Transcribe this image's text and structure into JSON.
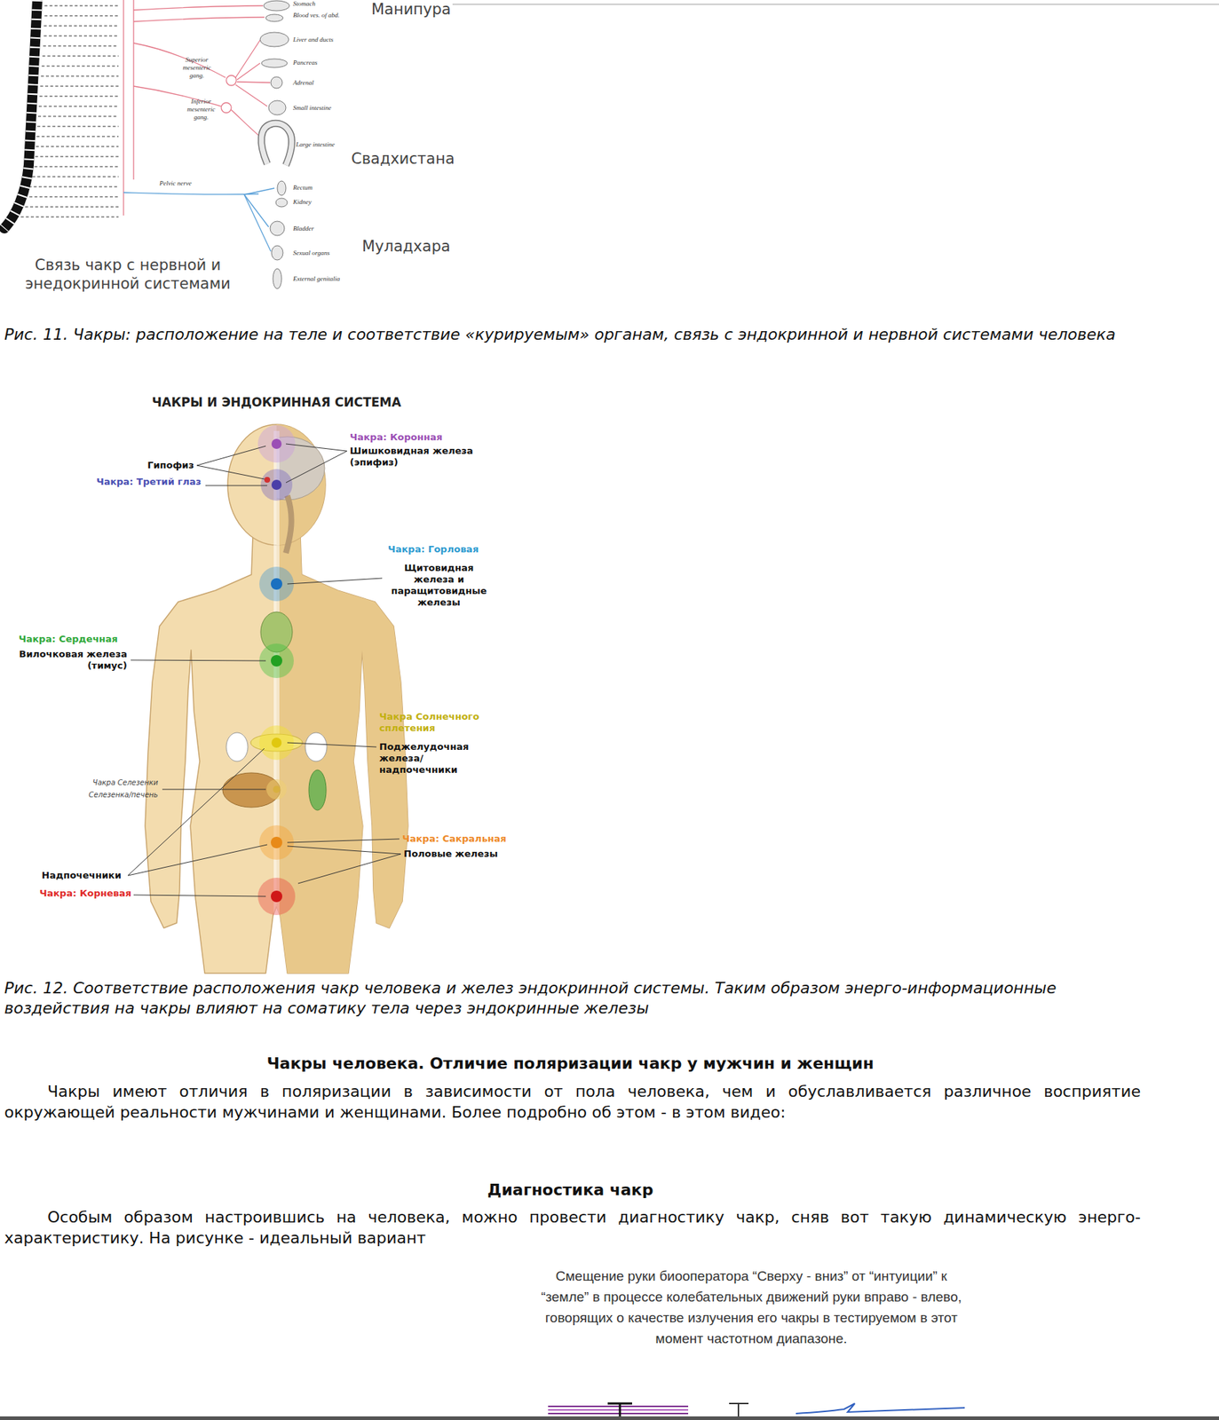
{
  "diagram": {
    "labels": [
      "Манипура",
      "Stomach",
      "Blood ves. of abd.",
      "Superior mesenteric gang.",
      "Liver and ducts",
      "Pancreas",
      "Adrenal",
      "Inferior mesenteric gang.",
      "Small intestine",
      "Large intestine",
      "Свадхистана",
      "Pelvic nerve",
      "Rectum",
      "Kidney",
      "Bladder",
      "Муладхара",
      "Sexual organs",
      "Связь чакр с нервной и энедокринной системами",
      "External genitalia",
      "Рис. 11. Чакры: расположение на теле и соответствие «курируемым» органам, связь с эндокринной и нервной системами человека",
      "ЧАКРЫ И ЭНДОКРИННАЯ СИСТЕМА",
      "Чакра: Коронная",
      "Шишковидная железа (эпифиз)",
      "Гипофиз",
      "Чакра: Третий глаз",
      "Чакра: Горловая",
      "Щитовидная железа и паращитовидные железы",
      "Чакра: Сердечная",
      "Вилочковая железа (тимус)",
      "Чакра Солнечного сплетения",
      "Поджелудочная железа/надпочечники",
      "Чакра Селезенки",
      "Селезенка/печень",
      "Чакра: Сакральная",
      "Половые железы",
      "Надпочечники",
      "Чакра: Корневая",
      "Рис. 12. Соответствие расположения чакр человека и желез эндокринной системы. Таким образом энерго-информационные воздействия на чакры влияют на соматику тела через эндокринные железы",
      "Чакры человека. Отличие поляризации чакр у мужчин и женщин",
      "Чакры имеют отличия в поляризации в зависимости от пола человека, чем и обуславливается различное восприятие окружающей реальности мужчинами и женщинами. Более подробно об этом - в этом видео:",
      "Диагностика чакр",
      "Особым образом настроившись на человека, можно провести диагностику чакр, сняв вот такую динамическую энерго-характеристику. На рисунке - идеальный вариант",
      "Смещение руки биооператора “Сверху - вниз” от “интуиции” к “земле” в процессе колебательных движений руки вправо - влево, говорящих о качестве излучения его чакры в тестируемом в этот момент частотном диапазоне."
    ]
  }
}
